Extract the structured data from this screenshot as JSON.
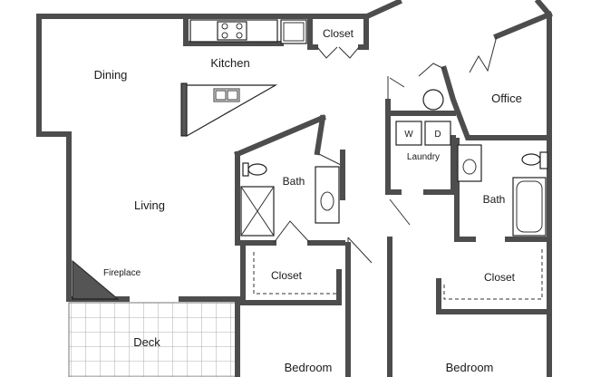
{
  "rooms": {
    "dining": "Dining",
    "kitchen": "Kitchen",
    "closet_top": "Closet",
    "office": "Office",
    "laundry": "Laundry",
    "washer": "W",
    "dryer": "D",
    "bath1": "Bath",
    "bath2": "Bath",
    "living": "Living",
    "fireplace": "Fireplace",
    "closet1": "Closet",
    "closet2": "Closet",
    "deck": "Deck",
    "bedroom1": "Bedroom",
    "bedroom2": "Bedroom"
  },
  "colors": {
    "wall": "#555555",
    "fixture": "#ffffff",
    "deck_grid": "#999999"
  }
}
